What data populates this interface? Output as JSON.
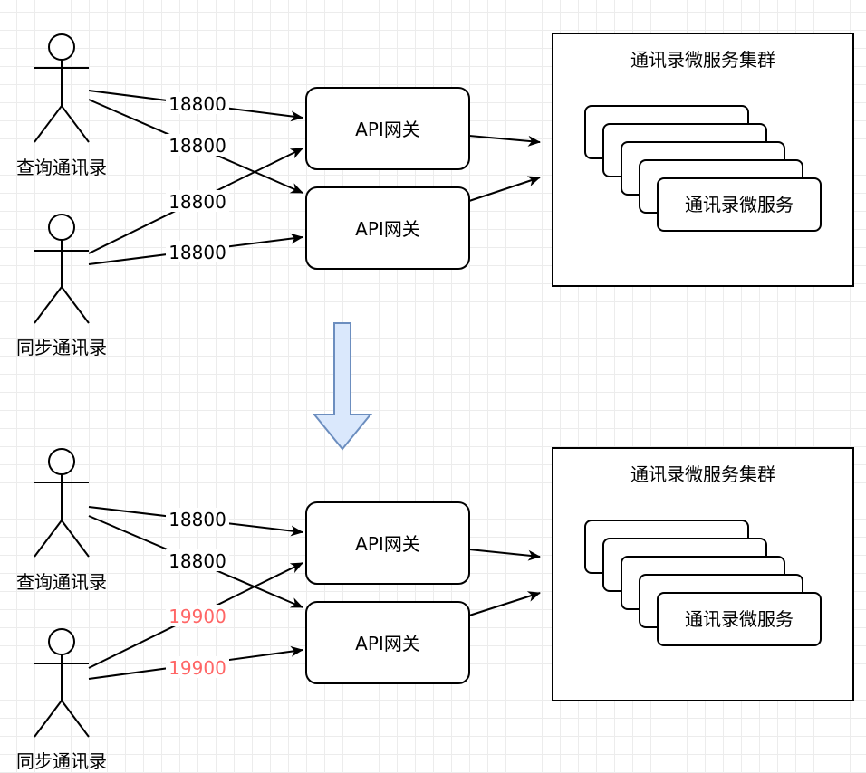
{
  "sections": [
    {
      "actors": {
        "query": "查询通讯录",
        "sync": "同步通讯录"
      },
      "gateways": [
        "API网关",
        "API网关"
      ],
      "cluster_title": "通讯录微服务集群",
      "service_label": "通讯录微服务",
      "edges": [
        {
          "label": "18800",
          "color": "#000000"
        },
        {
          "label": "18800",
          "color": "#000000"
        },
        {
          "label": "18800",
          "color": "#000000"
        },
        {
          "label": "18800",
          "color": "#000000"
        }
      ]
    },
    {
      "actors": {
        "query": "查询通讯录",
        "sync": "同步通讯录"
      },
      "gateways": [
        "API网关",
        "API网关"
      ],
      "cluster_title": "通讯录微服务集群",
      "service_label": "通讯录微服务",
      "edges": [
        {
          "label": "18800",
          "color": "#000000"
        },
        {
          "label": "18800",
          "color": "#000000"
        },
        {
          "label": "19900",
          "color": "#ff6666"
        },
        {
          "label": "19900",
          "color": "#ff6666"
        }
      ]
    }
  ],
  "colors": {
    "down_arrow_fill": "#dae8fc",
    "down_arrow_stroke": "#6c8ebf",
    "highlight_port": "#ff6666"
  }
}
